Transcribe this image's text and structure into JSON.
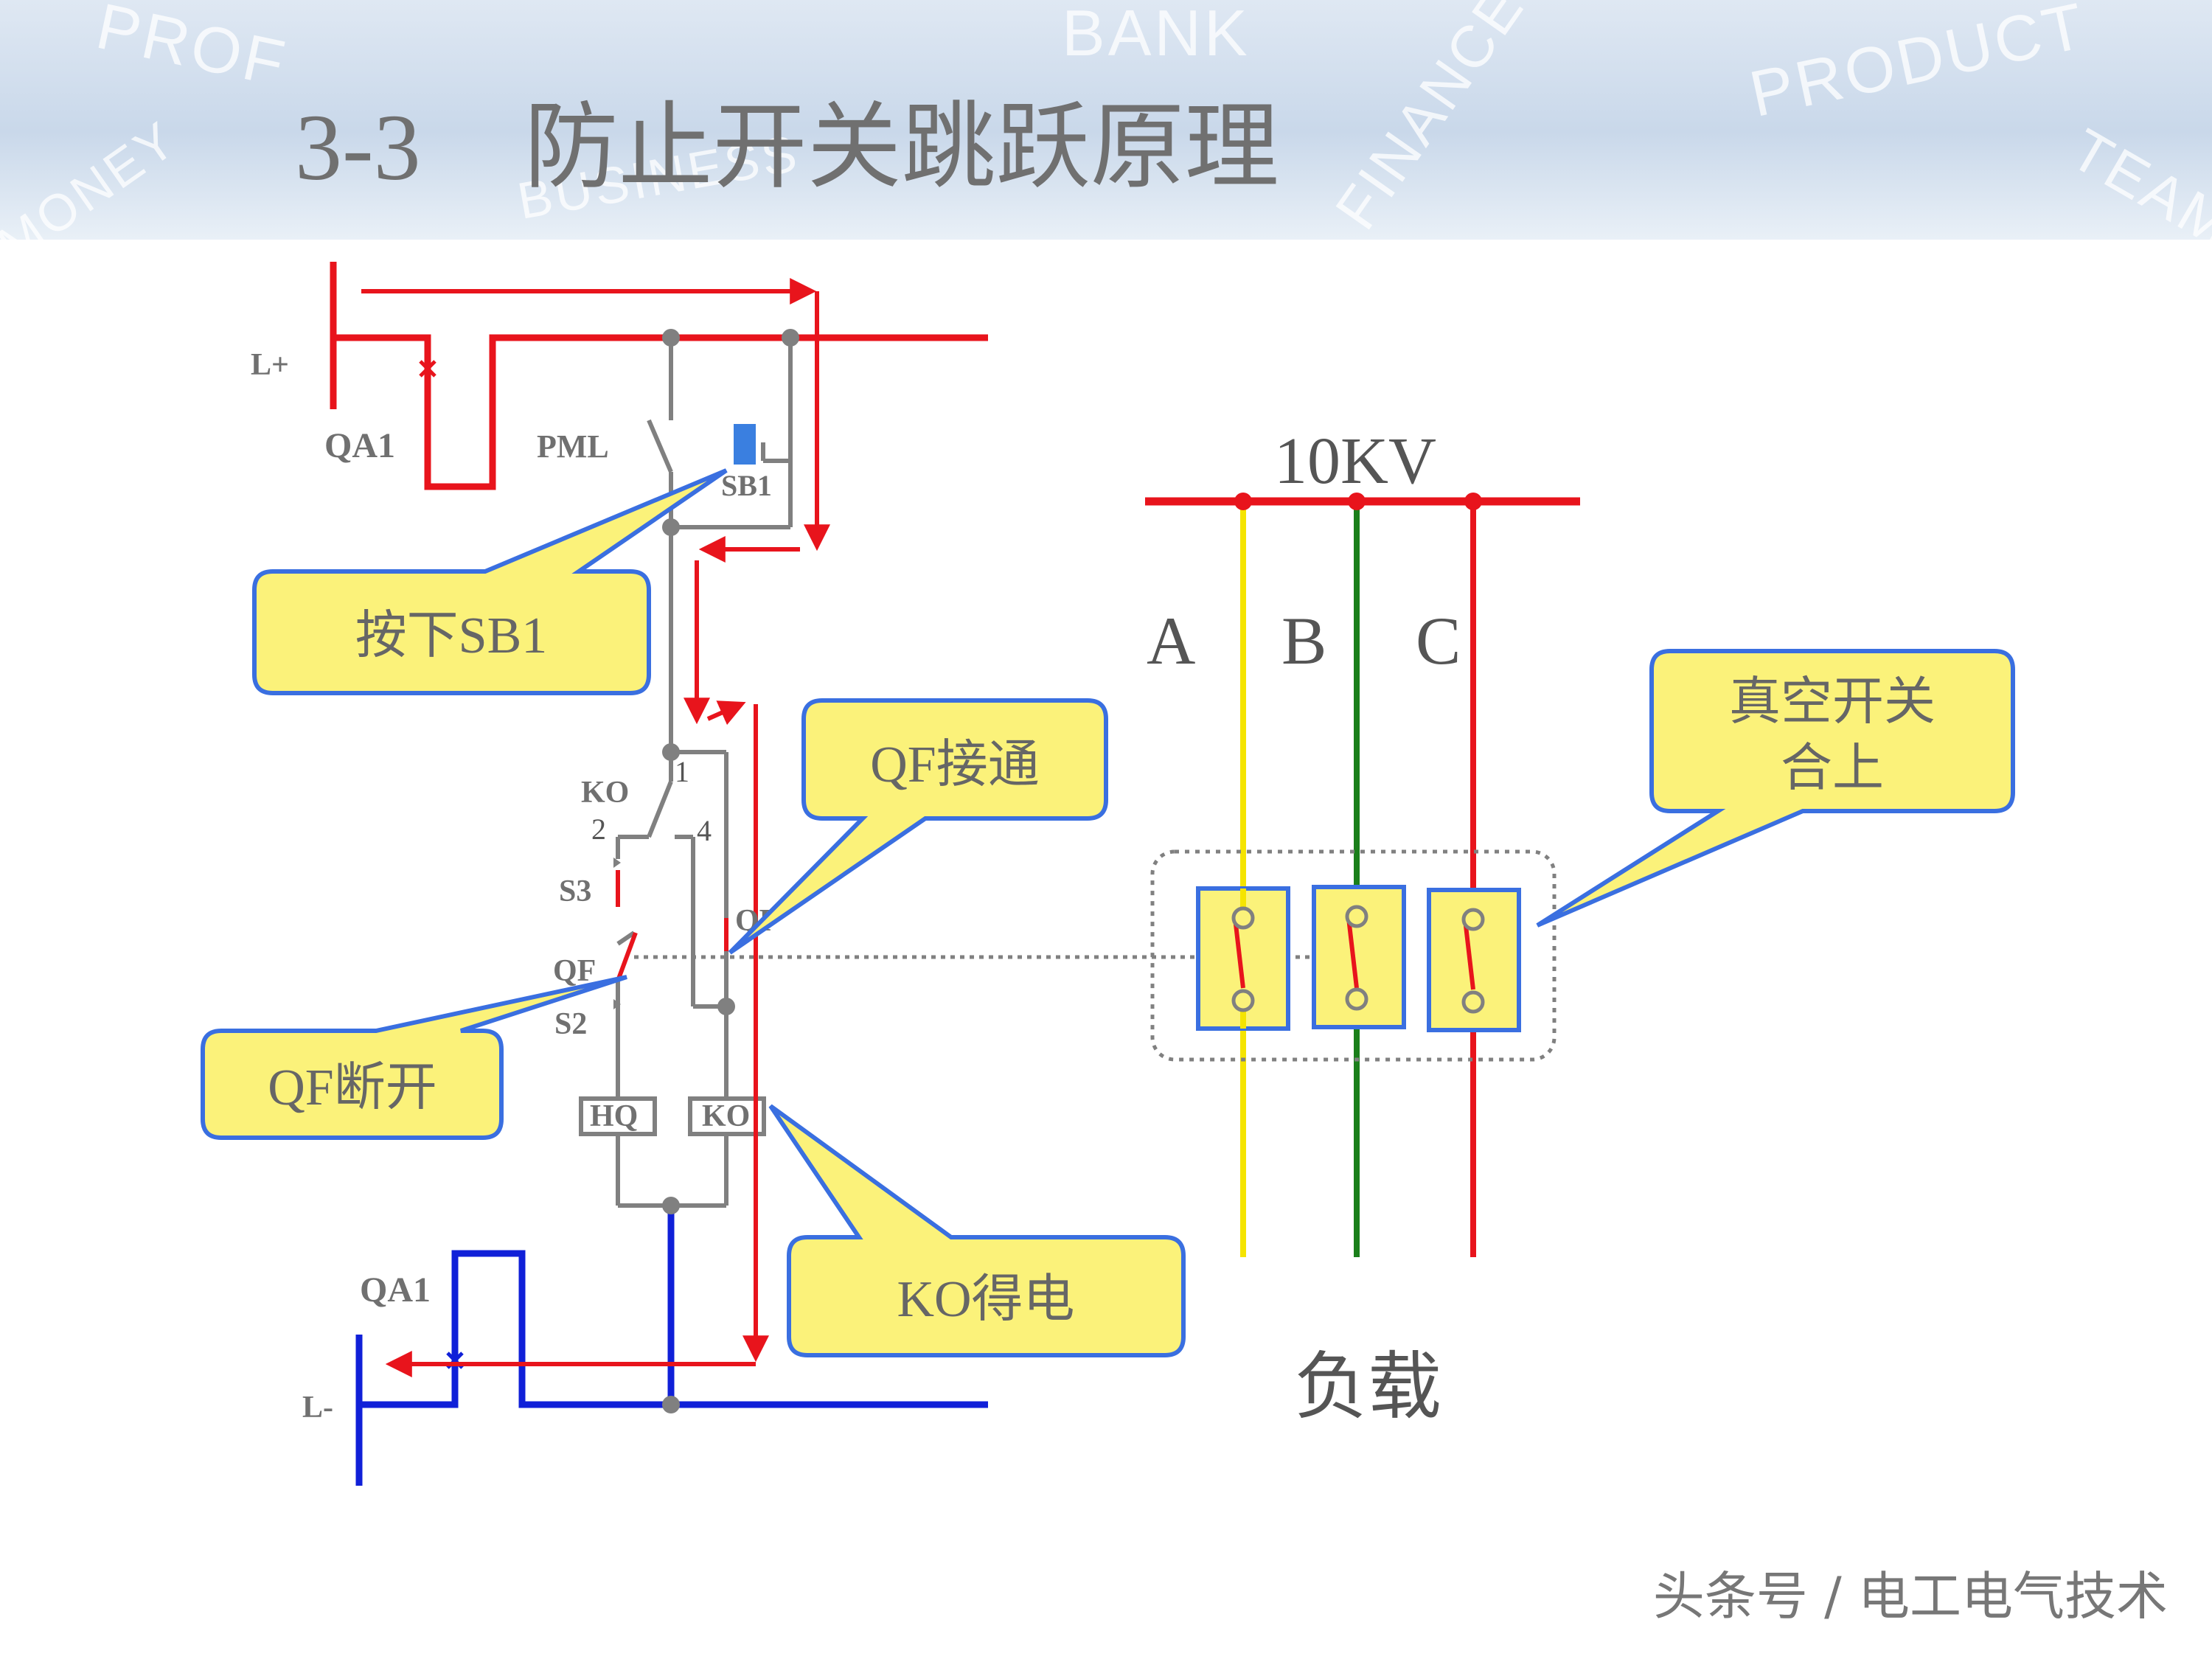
{
  "slide": {
    "section_number": "3-3",
    "title": "防止开关跳跃原理",
    "watermark_words": [
      "PROF",
      "BANK",
      "PRODUCT",
      "MONEY",
      "BUSINESS",
      "FINANCE",
      "TEAM"
    ],
    "footer": "头条号 / 电工电气技术"
  },
  "circuit": {
    "bus_positive": "L+",
    "bus_negative": "L-",
    "breaker_top": "QA1",
    "breaker_bottom": "QA1",
    "pml": "PML",
    "sb1": "SB1",
    "ko_contact": "KO",
    "terminal_1": "1",
    "terminal_2": "2",
    "terminal_4": "4",
    "s3": "S3",
    "qf_left": "QF",
    "qf_right": "QF",
    "s2": "S2",
    "coil_hq": "HQ",
    "coil_ko": "KO"
  },
  "primary": {
    "voltage": "10KV",
    "phase_a": "A",
    "phase_b": "B",
    "phase_c": "C",
    "load": "负载",
    "phase_colors": {
      "A": "#f5e400",
      "B": "#1a7f1a",
      "C": "#e8141c"
    }
  },
  "callouts": {
    "press_sb1": "按下SB1",
    "qf_closed": "QF接通",
    "qf_open": "QF断开",
    "ko_energized": "KO得电",
    "vacuum_closed_line1": "真空开关",
    "vacuum_closed_line2": "合上"
  },
  "colors": {
    "positive_bus": "#e8141c",
    "negative_bus": "#1020d8",
    "current_path": "#e8141c",
    "control_wire": "#808080",
    "callout_fill": "#fbf27a",
    "callout_border": "#3a6fe0"
  }
}
